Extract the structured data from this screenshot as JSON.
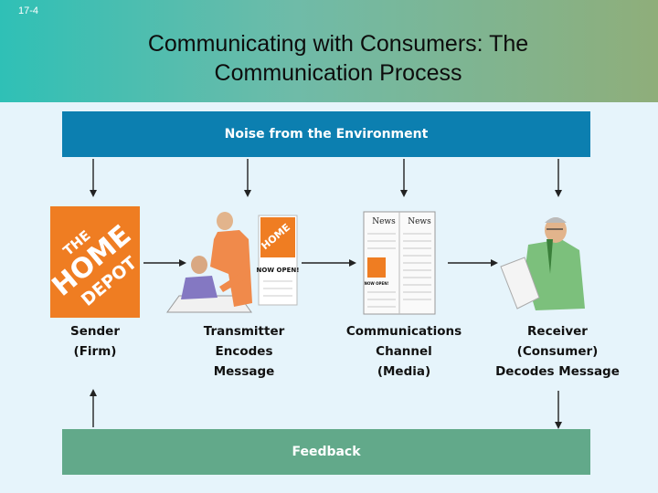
{
  "slide_number": "17-4",
  "title_lines": [
    "Communicating with Consumers: The",
    "Communication Process"
  ],
  "noise_label": "Noise from the Environment",
  "feedback_label": "Feedback",
  "logo": {
    "line1": "THE",
    "line2": "HOME",
    "line3": "DEPOT",
    "color": "#ef7d22"
  },
  "flyer_text": "NOW OPEN!",
  "newspaper": {
    "left": "News",
    "right": "News",
    "ad_text": "NOW OPEN!"
  },
  "nodes": [
    {
      "id": "sender",
      "lines": [
        "Sender",
        "(Firm)"
      ]
    },
    {
      "id": "transmitter",
      "lines": [
        "Transmitter",
        "Encodes",
        "Message"
      ]
    },
    {
      "id": "channel",
      "lines": [
        "Communications",
        "Channel",
        "(Media)"
      ]
    },
    {
      "id": "receiver",
      "lines": [
        "Receiver",
        "(Consumer)",
        "Decodes Message"
      ]
    }
  ],
  "colors": {
    "noise_band": "#0c7fb0",
    "feedback_band": "#62a98a",
    "background": "#e6f4fb"
  }
}
